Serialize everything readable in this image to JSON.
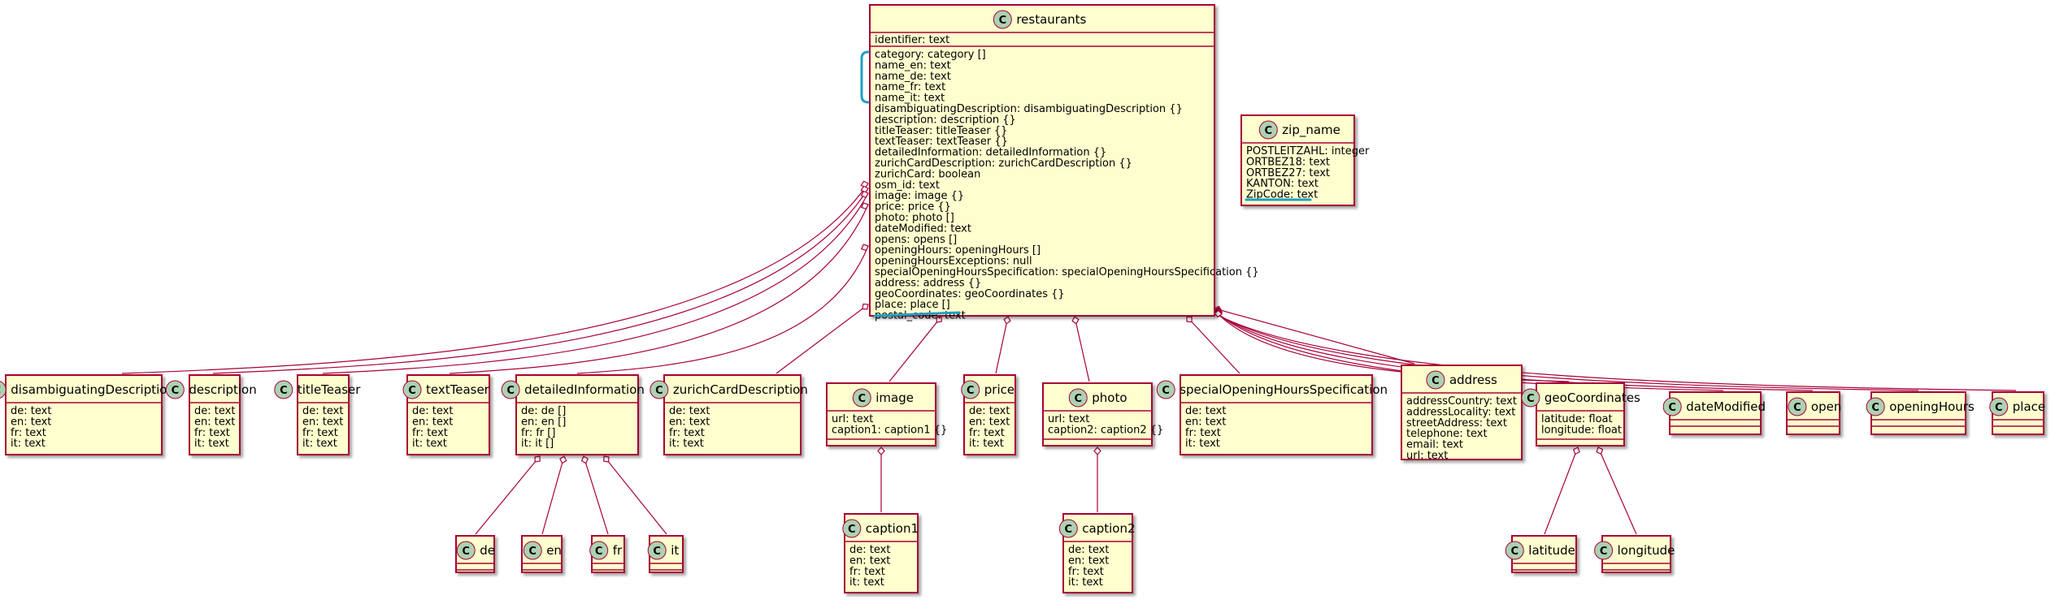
{
  "diagram": {
    "classes": [
      {
        "id": "restaurants",
        "title": "restaurants",
        "header": [
          "identifier: text"
        ],
        "attrs": [
          "category: category []",
          "name_en: text",
          "name_de: text",
          "name_fr: text",
          "name_it: text",
          "disambiguatingDescription: disambiguatingDescription  {}",
          "description: description {}",
          "titleTeaser: titleTeaser {}",
          "textTeaser: textTeaser {}",
          "detailedInformation: detailedInformation {}",
          "zurichCardDescription: zurichCardDescription  {}",
          "zurichCard: boolean",
          "osm_id: text",
          "image: image  {}",
          "price: price  {}",
          "photo: photo  []",
          "dateModified: text",
          "opens: opens  []",
          "openingHours: openingHours  []",
          "openingHoursExceptions: null",
          "specialOpeningHoursSpecification: specialOpeningHoursSpecification {}",
          "address:  address  {}",
          "geoCoordinates: geoCoordinates  {}",
          "place: place []",
          "postal_code: text"
        ]
      },
      {
        "id": "zip_name",
        "title": "zip_name",
        "attrs": [
          "POSTLEITZAHL: integer",
          "ORTBEZ18: text",
          "ORTBEZ27: text",
          "KANTON: text",
          "ZipCode: text"
        ]
      },
      {
        "id": "disambiguatingDescription",
        "title": "disambiguatingDescription",
        "attrs": [
          "de: text",
          "en: text",
          "fr: text",
          "it: text"
        ]
      },
      {
        "id": "description",
        "title": "description",
        "attrs": [
          "de: text",
          "en: text",
          "fr: text",
          "it: text"
        ]
      },
      {
        "id": "titleTeaser",
        "title": "titleTeaser",
        "attrs": [
          "de: text",
          "en: text",
          "fr: text",
          "it: text"
        ]
      },
      {
        "id": "textTeaser",
        "title": "textTeaser",
        "attrs": [
          "de: text",
          "en: text",
          "fr: text",
          "it: text"
        ]
      },
      {
        "id": "detailedInformation",
        "title": "detailedInformation",
        "attrs": [
          "de: de []",
          "en: en []",
          "fr: fr []",
          "it: it []"
        ]
      },
      {
        "id": "zurichCardDescription",
        "title": "zurichCardDescription",
        "attrs": [
          "de: text",
          "en: text",
          "fr: text",
          "it: text"
        ]
      },
      {
        "id": "image",
        "title": "image",
        "attrs": [
          "url: text",
          "caption1: caption1 {}"
        ]
      },
      {
        "id": "price",
        "title": "price",
        "attrs": [
          "de: text",
          "en: text",
          "fr: text",
          "it: text"
        ]
      },
      {
        "id": "photo",
        "title": "photo",
        "attrs": [
          "url: text",
          "caption2: caption2 {}"
        ]
      },
      {
        "id": "specialOpeningHoursSpecification",
        "title": "specialOpeningHoursSpecification",
        "attrs": [
          "de: text",
          "en: text",
          "fr: text",
          "it: text"
        ]
      },
      {
        "id": "address",
        "title": "address",
        "attrs": [
          "addressCountry: text",
          "addressLocality: text",
          "streetAddress: text",
          "telephone: text",
          "email: text",
          "url: text"
        ]
      },
      {
        "id": "geoCoordinates",
        "title": "geoCoordinates",
        "attrs": [
          "latitude: float",
          "longitude: float"
        ]
      },
      {
        "id": "dateModified",
        "title": "dateModified",
        "attrs": []
      },
      {
        "id": "open",
        "title": "open",
        "attrs": []
      },
      {
        "id": "openingHours",
        "title": "openingHours",
        "attrs": []
      },
      {
        "id": "place",
        "title": "place",
        "attrs": []
      },
      {
        "id": "de",
        "title": "de",
        "attrs": []
      },
      {
        "id": "en",
        "title": "en",
        "attrs": []
      },
      {
        "id": "fr",
        "title": "fr",
        "attrs": []
      },
      {
        "id": "it",
        "title": "it",
        "attrs": []
      },
      {
        "id": "caption1",
        "title": "caption1",
        "attrs": [
          "de: text",
          "en: text",
          "fr: text",
          "it: text"
        ]
      },
      {
        "id": "caption2",
        "title": "caption2",
        "attrs": [
          "de: text",
          "en: text",
          "fr: text",
          "it: text"
        ]
      },
      {
        "id": "latitude",
        "title": "latitude",
        "attrs": []
      },
      {
        "id": "longitude",
        "title": "longitude",
        "attrs": []
      }
    ],
    "links": [
      {
        "from": "restaurants",
        "to": "disambiguatingDescription"
      },
      {
        "from": "restaurants",
        "to": "description"
      },
      {
        "from": "restaurants",
        "to": "titleTeaser"
      },
      {
        "from": "restaurants",
        "to": "textTeaser"
      },
      {
        "from": "restaurants",
        "to": "detailedInformation"
      },
      {
        "from": "restaurants",
        "to": "zurichCardDescription"
      },
      {
        "from": "restaurants",
        "to": "image"
      },
      {
        "from": "restaurants",
        "to": "price"
      },
      {
        "from": "restaurants",
        "to": "photo"
      },
      {
        "from": "restaurants",
        "to": "specialOpeningHoursSpecification"
      },
      {
        "from": "restaurants",
        "to": "address"
      },
      {
        "from": "restaurants",
        "to": "geoCoordinates"
      },
      {
        "from": "restaurants",
        "to": "dateModified"
      },
      {
        "from": "restaurants",
        "to": "open"
      },
      {
        "from": "restaurants",
        "to": "openingHours"
      },
      {
        "from": "restaurants",
        "to": "place"
      },
      {
        "from": "detailedInformation",
        "to": "de"
      },
      {
        "from": "detailedInformation",
        "to": "en"
      },
      {
        "from": "detailedInformation",
        "to": "fr"
      },
      {
        "from": "detailedInformation",
        "to": "it"
      },
      {
        "from": "image",
        "to": "caption1"
      },
      {
        "from": "photo",
        "to": "caption2"
      },
      {
        "from": "geoCoordinates",
        "to": "latitude"
      },
      {
        "from": "geoCoordinates",
        "to": "longitude"
      }
    ],
    "colors": {
      "fill": "#FEFECE",
      "border": "#A80036",
      "circle": "#ADD1B2",
      "accent": "#1EA0C3"
    },
    "class_glyph": "C"
  }
}
